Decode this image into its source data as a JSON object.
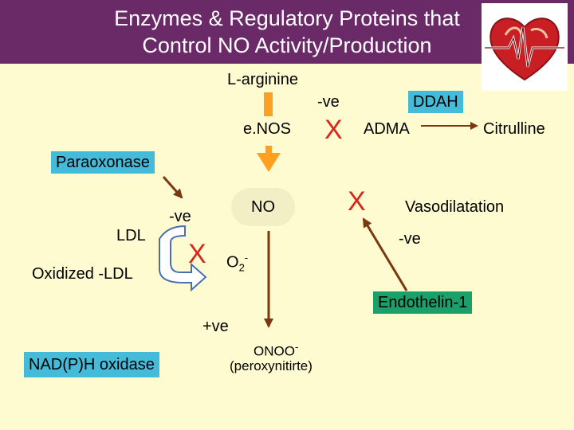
{
  "title": {
    "line1": "Enzymes & Regulatory Proteins that",
    "line2": "Control NO  Activity/Production"
  },
  "colors": {
    "title_bg": "#6a2a68",
    "background": "#fffbd0",
    "teal": "#44bbd8",
    "green": "#1ba06a",
    "orange": "#ffa020",
    "x_red": "#d9261c",
    "arrow_brown": "#7a3810",
    "ldl_box": "#4a6fb0"
  },
  "diagram": {
    "l_arginine": "L-arginine",
    "enos": "e.NOS",
    "neg_enos": "-ve",
    "ddah": "DDAH",
    "adma": "ADMA",
    "citrulline": "Citrulline",
    "paraoxonase": "Paraoxonase",
    "no": "NO",
    "vasodilatation": "Vasodilatation",
    "neg_vaso": "-ve",
    "neg_ldl": "-ve",
    "ldl": "LDL",
    "oxidized_ldl": "Oxidized -LDL",
    "o2": "O",
    "o2_sub": "2",
    "o2_sup": "-",
    "endothelin": "Endothelin-1",
    "pos_nadph": "+ve",
    "nadph": "NAD(P)H oxidase",
    "onoo": "ONOO",
    "onoo_sup": "-",
    "peroxynitrite": "(peroxynitirte)",
    "x_mark": "X"
  },
  "icons": {
    "logo": "heart-ecg-icon"
  }
}
